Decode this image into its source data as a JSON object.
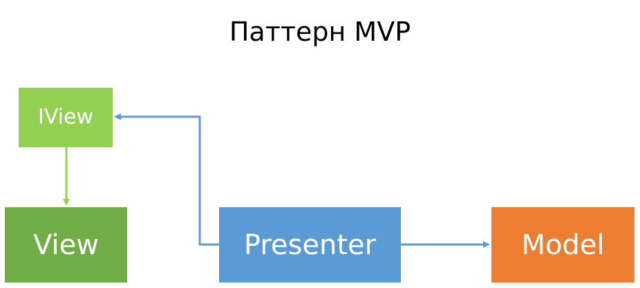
{
  "diagram": {
    "title": "Паттерн MVP",
    "nodes": {
      "iview": {
        "label": "IView",
        "color": "#92d050"
      },
      "view": {
        "label": "View",
        "color": "#70ad47"
      },
      "presenter": {
        "label": "Presenter",
        "color": "#5b9bd5"
      },
      "model": {
        "label": "Model",
        "color": "#ed7d31"
      }
    },
    "edges": [
      {
        "from": "IView",
        "to": "View",
        "color": "#92d050"
      },
      {
        "from": "Presenter",
        "to": "IView",
        "color": "#5b9bd5"
      },
      {
        "from": "Presenter",
        "to": "Model",
        "color": "#5b9bd5"
      }
    ]
  }
}
